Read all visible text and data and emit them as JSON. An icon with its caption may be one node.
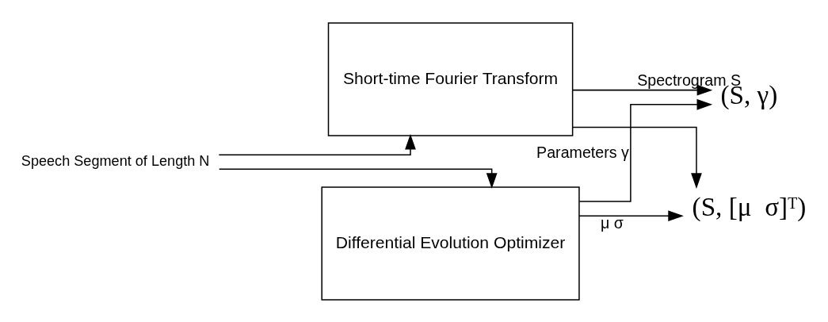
{
  "diagram": {
    "nodes": [
      {
        "text": [
          "Speech Segment of Length N"
        ]
      },
      {
        "text": [
          "Short-time Fourier Transform"
        ]
      },
      {
        "text": [
          "Differential Evolution Optimizer"
        ]
      },
      {
        "text": [
          "(S, γ)"
        ]
      },
      {
        "text": [
          "(S, [μ  σ]ᵀ)"
        ]
      }
    ],
    "edges": [
      {
        "from": 0,
        "to": 1,
        "arrow": "to"
      },
      {
        "from": 0,
        "to": 2,
        "arrow": "to"
      },
      {
        "from": 1,
        "to": 3,
        "arrow": "to",
        "label": "Spectrogram S"
      },
      {
        "from": 1,
        "to": 4,
        "arrow": "to"
      },
      {
        "from": 2,
        "to": 3,
        "arrow": "to",
        "label": "Parameters γ"
      },
      {
        "from": 2,
        "to": 4,
        "arrow": "to",
        "label": "μ σ"
      }
    ]
  }
}
